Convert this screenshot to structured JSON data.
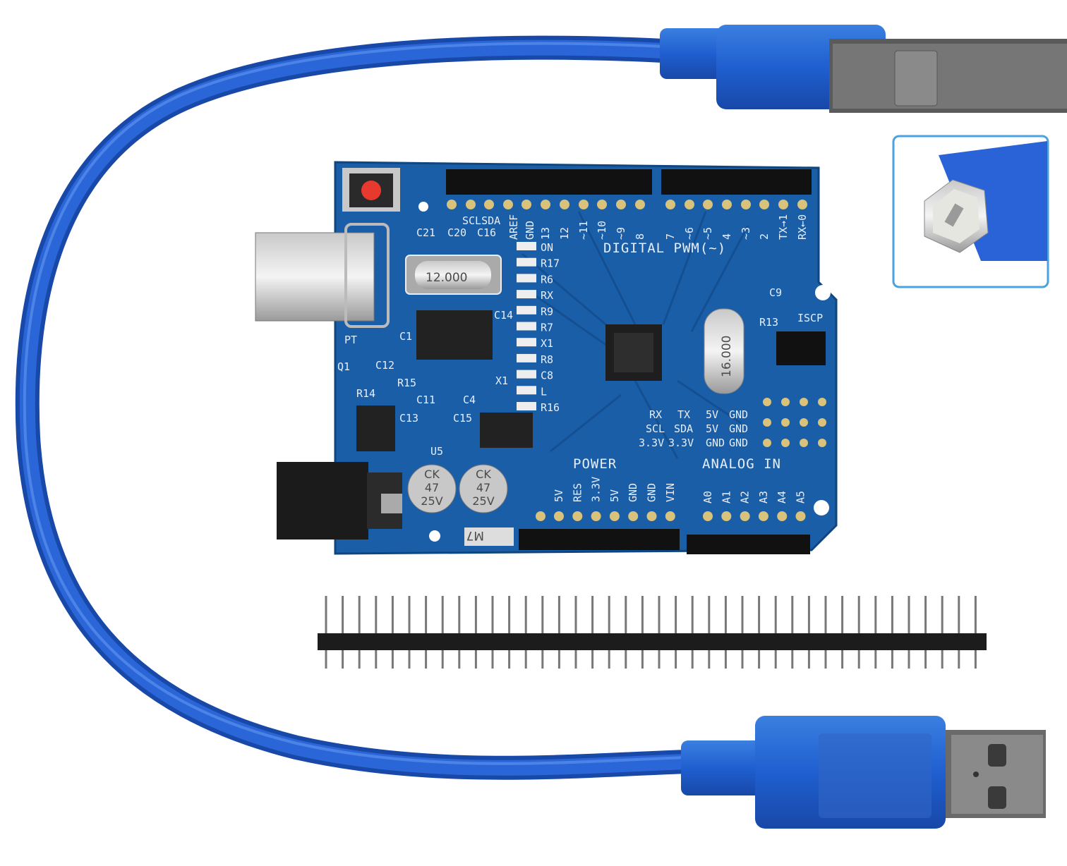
{
  "colors": {
    "cable": "#1f55c6",
    "board": "#1a5ea8",
    "board_dark": "#0f467f",
    "header": "#111111",
    "silkscreen": "#e8eef8",
    "inset_border": "#4aa3e0"
  },
  "board": {
    "top_left_labels": [
      "SCL",
      "SDA",
      "AREF",
      "GND"
    ],
    "digital_pins": [
      "13",
      "12",
      "~11",
      "~10",
      "~9",
      "8",
      "7",
      "~6",
      "~5",
      "4",
      "~3",
      "2",
      "TX→1",
      "RX←0"
    ],
    "digital_title": "DIGITAL PWM(~)",
    "led_labels": [
      "ON",
      "R17",
      "R6",
      "RX",
      "R9",
      "R7",
      "X1",
      "R8",
      "C8",
      "L",
      "R16"
    ],
    "components": [
      "C21",
      "C20",
      "C16",
      "C14",
      "C1",
      "C12",
      "PT",
      "Q1",
      "R14",
      "R15",
      "X1",
      "C11",
      "C4",
      "C13",
      "C15",
      "U5",
      "R13",
      "C9"
    ],
    "crystal_main": "12.000",
    "crystal_mcu": "16.000",
    "icsp": "ISCP",
    "breakout_rows": [
      [
        "RX",
        "TX",
        "5V",
        "GND"
      ],
      [
        "SCL",
        "SDA",
        "5V",
        "GND"
      ],
      [
        "3.3V",
        "3.3V",
        "GND",
        "GND"
      ]
    ],
    "power_title": "POWER",
    "power_pins": [
      "5V",
      "RES",
      "3.3V",
      "5V",
      "GND",
      "GND",
      "VIN"
    ],
    "analog_title": "ANALOG IN",
    "analog_pins": [
      "A0",
      "A1",
      "A2",
      "A3",
      "A4",
      "A5"
    ],
    "capacitor_label": [
      "CK",
      "47",
      "25V"
    ],
    "diode_label": "M7"
  },
  "pin_header_count": 40
}
